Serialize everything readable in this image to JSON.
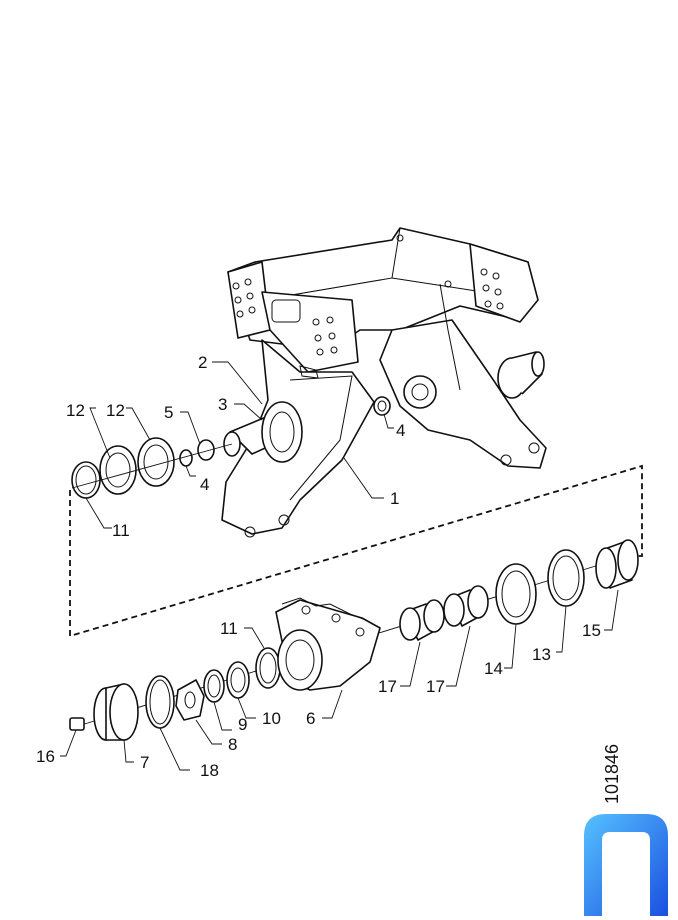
{
  "drawing": {
    "reference_number": "101846",
    "brand_color": "#1a4fe0",
    "brand_color_light": "#56c2ff"
  },
  "callouts": [
    {
      "id": "c1",
      "label": "1"
    },
    {
      "id": "c2",
      "label": "2"
    },
    {
      "id": "c3",
      "label": "3"
    },
    {
      "id": "c4a",
      "label": "4"
    },
    {
      "id": "c4b",
      "label": "4"
    },
    {
      "id": "c5",
      "label": "5"
    },
    {
      "id": "c6",
      "label": "6"
    },
    {
      "id": "c7",
      "label": "7"
    },
    {
      "id": "c8",
      "label": "8"
    },
    {
      "id": "c9",
      "label": "9"
    },
    {
      "id": "c10",
      "label": "10"
    },
    {
      "id": "c11a",
      "label": "11"
    },
    {
      "id": "c11b",
      "label": "11"
    },
    {
      "id": "c12a",
      "label": "12"
    },
    {
      "id": "c12b",
      "label": "12"
    },
    {
      "id": "c13",
      "label": "13"
    },
    {
      "id": "c14",
      "label": "14"
    },
    {
      "id": "c15",
      "label": "15"
    },
    {
      "id": "c16",
      "label": "16"
    },
    {
      "id": "c17a",
      "label": "17"
    },
    {
      "id": "c17b",
      "label": "17"
    },
    {
      "id": "c18",
      "label": "18"
    }
  ]
}
